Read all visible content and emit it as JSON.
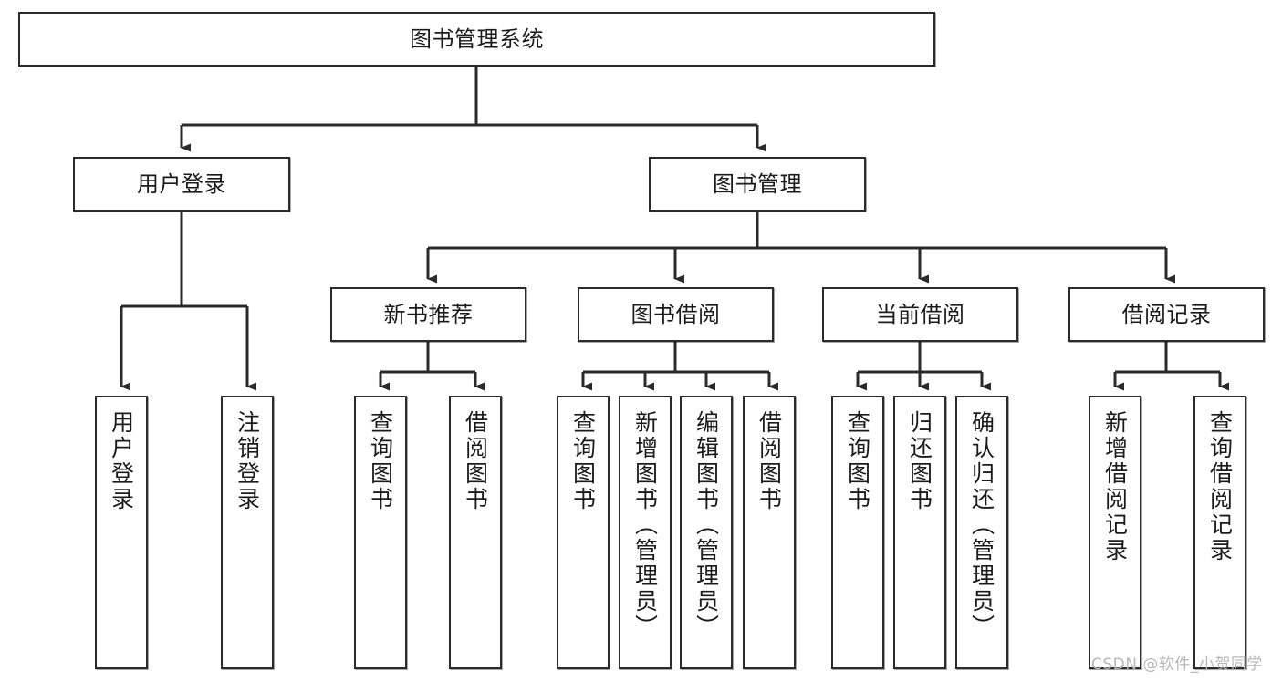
{
  "diagram": {
    "type": "tree",
    "title": "图书管理系统",
    "orientation": "top-down",
    "root": {
      "id": "root",
      "label": "图书管理系统"
    },
    "level2": [
      {
        "id": "user-login",
        "label": "用户登录"
      },
      {
        "id": "book-manage",
        "label": "图书管理"
      }
    ],
    "level3": [
      {
        "id": "new-book-rec",
        "label": "新书推荐"
      },
      {
        "id": "book-borrow",
        "label": "图书借阅"
      },
      {
        "id": "current-borrow",
        "label": "当前借阅"
      },
      {
        "id": "borrow-record",
        "label": "借阅记录"
      }
    ],
    "leaves": {
      "user_login": [
        {
          "id": "leaf-user-login",
          "label": "用户登录"
        },
        {
          "id": "leaf-logout",
          "label": "注销登录"
        }
      ],
      "new_book_rec": [
        {
          "id": "leaf-query-book-1",
          "label": "查询图书"
        },
        {
          "id": "leaf-borrow-book-1",
          "label": "借阅图书"
        }
      ],
      "book_borrow": [
        {
          "id": "leaf-query-book-2",
          "label": "查询图书"
        },
        {
          "id": "leaf-add-book",
          "label": "新增图书（管理员）"
        },
        {
          "id": "leaf-edit-book",
          "label": "编辑图书（管理员）"
        },
        {
          "id": "leaf-borrow-book-2",
          "label": "借阅图书"
        }
      ],
      "current_borrow": [
        {
          "id": "leaf-query-book-3",
          "label": "查询图书"
        },
        {
          "id": "leaf-return-book",
          "label": "归还图书"
        },
        {
          "id": "leaf-confirm-return",
          "label": "确认归还（管理员）"
        }
      ],
      "borrow_record": [
        {
          "id": "leaf-add-record",
          "label": "新增借阅记录"
        },
        {
          "id": "leaf-query-record",
          "label": "查询借阅记录"
        }
      ]
    },
    "colors": {
      "stroke": "#2b2b2b",
      "fill": "#ffffff",
      "text": "#1b1b1b",
      "watermark": "#b8b8b8"
    }
  },
  "watermark": {
    "text": "CSDN @软件_小贺同学"
  }
}
